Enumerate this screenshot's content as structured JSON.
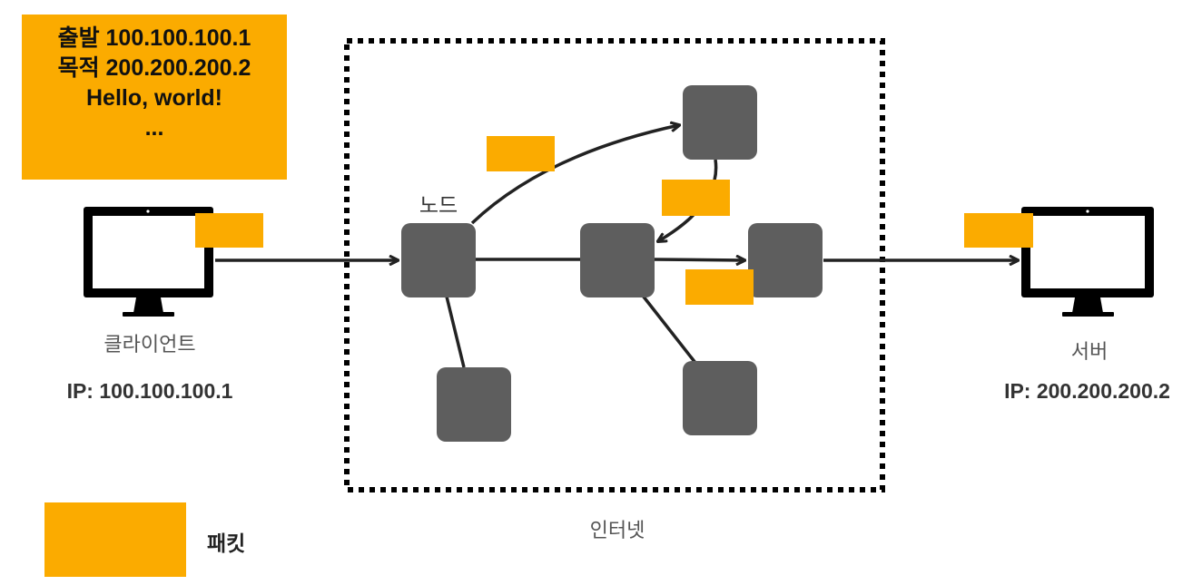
{
  "colors": {
    "packet": "#fbab00",
    "node": "#5e5e5e",
    "monitor": "#000000",
    "arrow": "#222222",
    "boundary": "#000000"
  },
  "packet_info": {
    "source": "출발 100.100.100.1",
    "destination": "목적 200.200.200.2",
    "payload": "Hello, world!",
    "more": "..."
  },
  "client": {
    "label": "클라이언트",
    "ip": "IP: 100.100.100.1",
    "icon": "monitor-icon"
  },
  "server": {
    "label": "서버",
    "ip": "IP: 200.200.200.2",
    "icon": "monitor-icon"
  },
  "network": {
    "node_label": "노드",
    "boundary_label": "인터넷"
  },
  "legend": {
    "packet_label": "패킷"
  }
}
